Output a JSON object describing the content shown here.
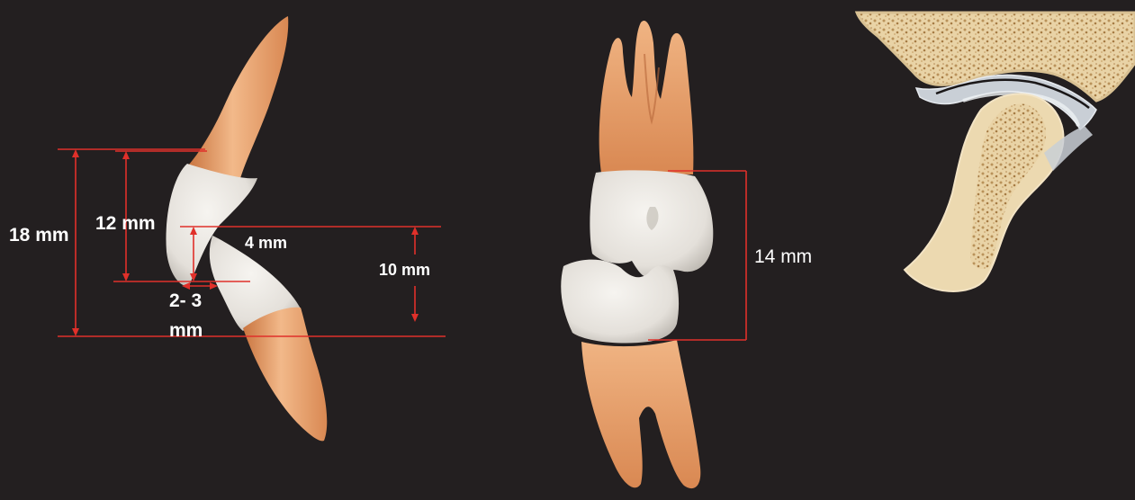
{
  "measurements": {
    "incisor_total": "18 mm",
    "incisor_crown": "12 mm",
    "overbite": "4 mm",
    "lower_crown": "10 mm",
    "overjet_line1": "2- 3",
    "overjet_line2": "mm",
    "molar_crown": "14 mm"
  },
  "colors": {
    "background": "#231f20",
    "dimension_line": "#e0302a",
    "enamel": "#e9e6e1",
    "root": "#e7a06c",
    "bone": "#ecd9b0",
    "cartilage": "#c9cfd6"
  }
}
